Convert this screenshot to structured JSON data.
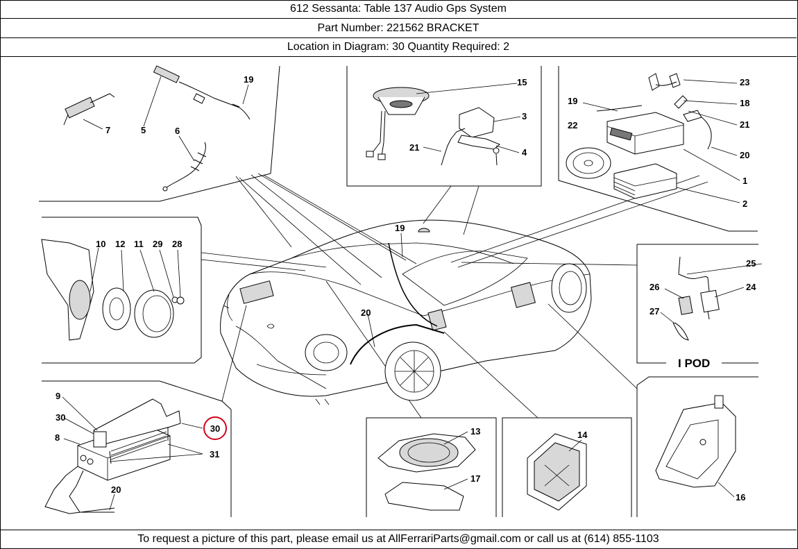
{
  "header": {
    "title": "612 Sessanta:   Table 137 Audio Gps System",
    "part_number": "Part Number: 221562   BRACKET",
    "location": "Location in Diagram: 30   Quantity Required: 2"
  },
  "diagram": {
    "callouts": {
      "c7": "7",
      "c5": "5",
      "c6": "6",
      "c19a": "19",
      "c15": "15",
      "c3": "3",
      "c21a": "21",
      "c4": "4",
      "c23": "23",
      "c18": "18",
      "c19b": "19",
      "c21b": "21",
      "c22": "22",
      "c20a": "20",
      "c1": "1",
      "c2": "2",
      "c10": "10",
      "c12": "12",
      "c11": "11",
      "c29": "29",
      "c28": "28",
      "c19c": "19",
      "c20b": "20",
      "c25": "25",
      "c26": "26",
      "c24": "24",
      "c27": "27",
      "c9": "9",
      "c30a": "30",
      "c8": "8",
      "c31": "31",
      "c20c": "20",
      "c30_highlight": "30",
      "c13": "13",
      "c17": "17",
      "c14": "14",
      "c16": "16"
    },
    "ipod_label": "I POD",
    "highlight_color": "#d0021b"
  },
  "footer": {
    "text": "To request a picture of this part, please email us at AllFerrariParts@gmail.com or call us at (614) 855-1103"
  }
}
